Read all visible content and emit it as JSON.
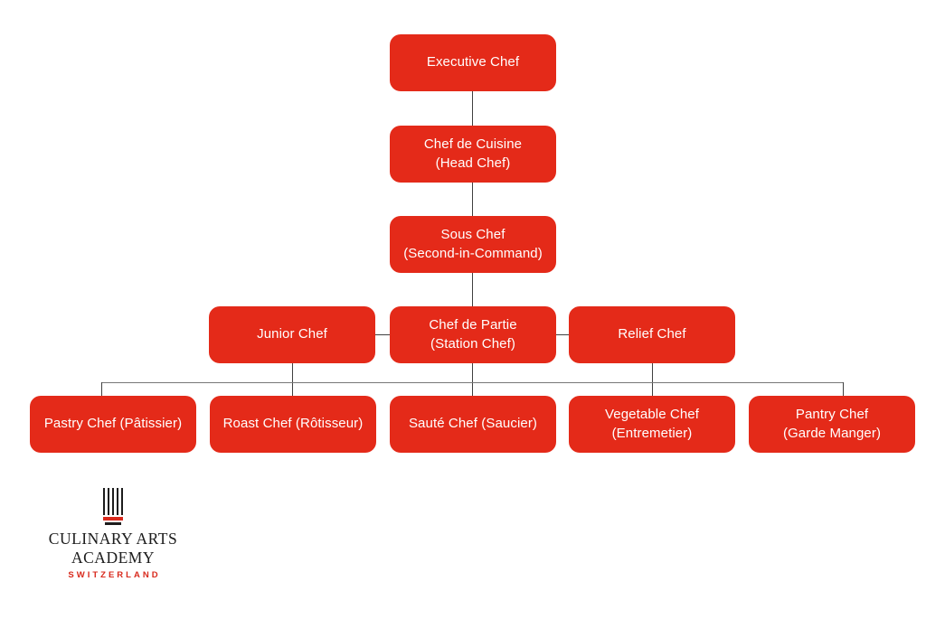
{
  "colors": {
    "background": "#FFFFFF",
    "box_red": "#E42A19",
    "box_text": "#FFFFFF",
    "connector": "#404040",
    "connector_light": "#787878",
    "logo_red": "#D8291C",
    "logo_text": "#1C1C1C"
  },
  "org_chart": {
    "nodes": [
      {
        "id": "executive-chef",
        "line1": "Executive Chef",
        "line2": ""
      },
      {
        "id": "chef-de-cuisine",
        "line1": "Chef de Cuisine",
        "line2": "(Head Chef)"
      },
      {
        "id": "sous-chef",
        "line1": "Sous Chef",
        "line2": "(Second-in-Command)"
      },
      {
        "id": "junior-chef",
        "line1": "Junior Chef",
        "line2": ""
      },
      {
        "id": "chef-de-partie",
        "line1": "Chef de Partie",
        "line2": "(Station Chef)"
      },
      {
        "id": "relief-chef",
        "line1": "Relief Chef",
        "line2": ""
      },
      {
        "id": "pastry-chef",
        "line1": "Pastry Chef (Pâtissier)",
        "line2": ""
      },
      {
        "id": "roast-chef",
        "line1": "Roast Chef (Rôtisseur)",
        "line2": ""
      },
      {
        "id": "saute-chef",
        "line1": "Sauté Chef (Saucier)",
        "line2": ""
      },
      {
        "id": "vegetable-chef",
        "line1": "Vegetable Chef",
        "line2": "(Entremetier)"
      },
      {
        "id": "pantry-chef",
        "line1": "Pantry Chef",
        "line2": "(Garde Manger)"
      }
    ],
    "edges": [
      {
        "from": "executive-chef",
        "to": "chef-de-cuisine"
      },
      {
        "from": "chef-de-cuisine",
        "to": "sous-chef"
      },
      {
        "from": "sous-chef",
        "to": "chef-de-partie"
      },
      {
        "from": "junior-chef",
        "to": "chef-de-partie",
        "style": "lateral"
      },
      {
        "from": "chef-de-partie",
        "to": "relief-chef",
        "style": "lateral"
      },
      {
        "from": "junior-chef",
        "to": "station-bus"
      },
      {
        "from": "chef-de-partie",
        "to": "station-bus"
      },
      {
        "from": "relief-chef",
        "to": "station-bus"
      },
      {
        "from": "station-bus",
        "to": "pastry-chef"
      },
      {
        "from": "station-bus",
        "to": "roast-chef"
      },
      {
        "from": "station-bus",
        "to": "saute-chef"
      },
      {
        "from": "station-bus",
        "to": "vegetable-chef"
      },
      {
        "from": "station-bus",
        "to": "pantry-chef"
      }
    ]
  },
  "logo": {
    "name": "Culinary Arts Academy Switzerland",
    "line1": "CULINARY ARTS",
    "line2": "ACADEMY",
    "line3": "SWITZERLAND"
  }
}
